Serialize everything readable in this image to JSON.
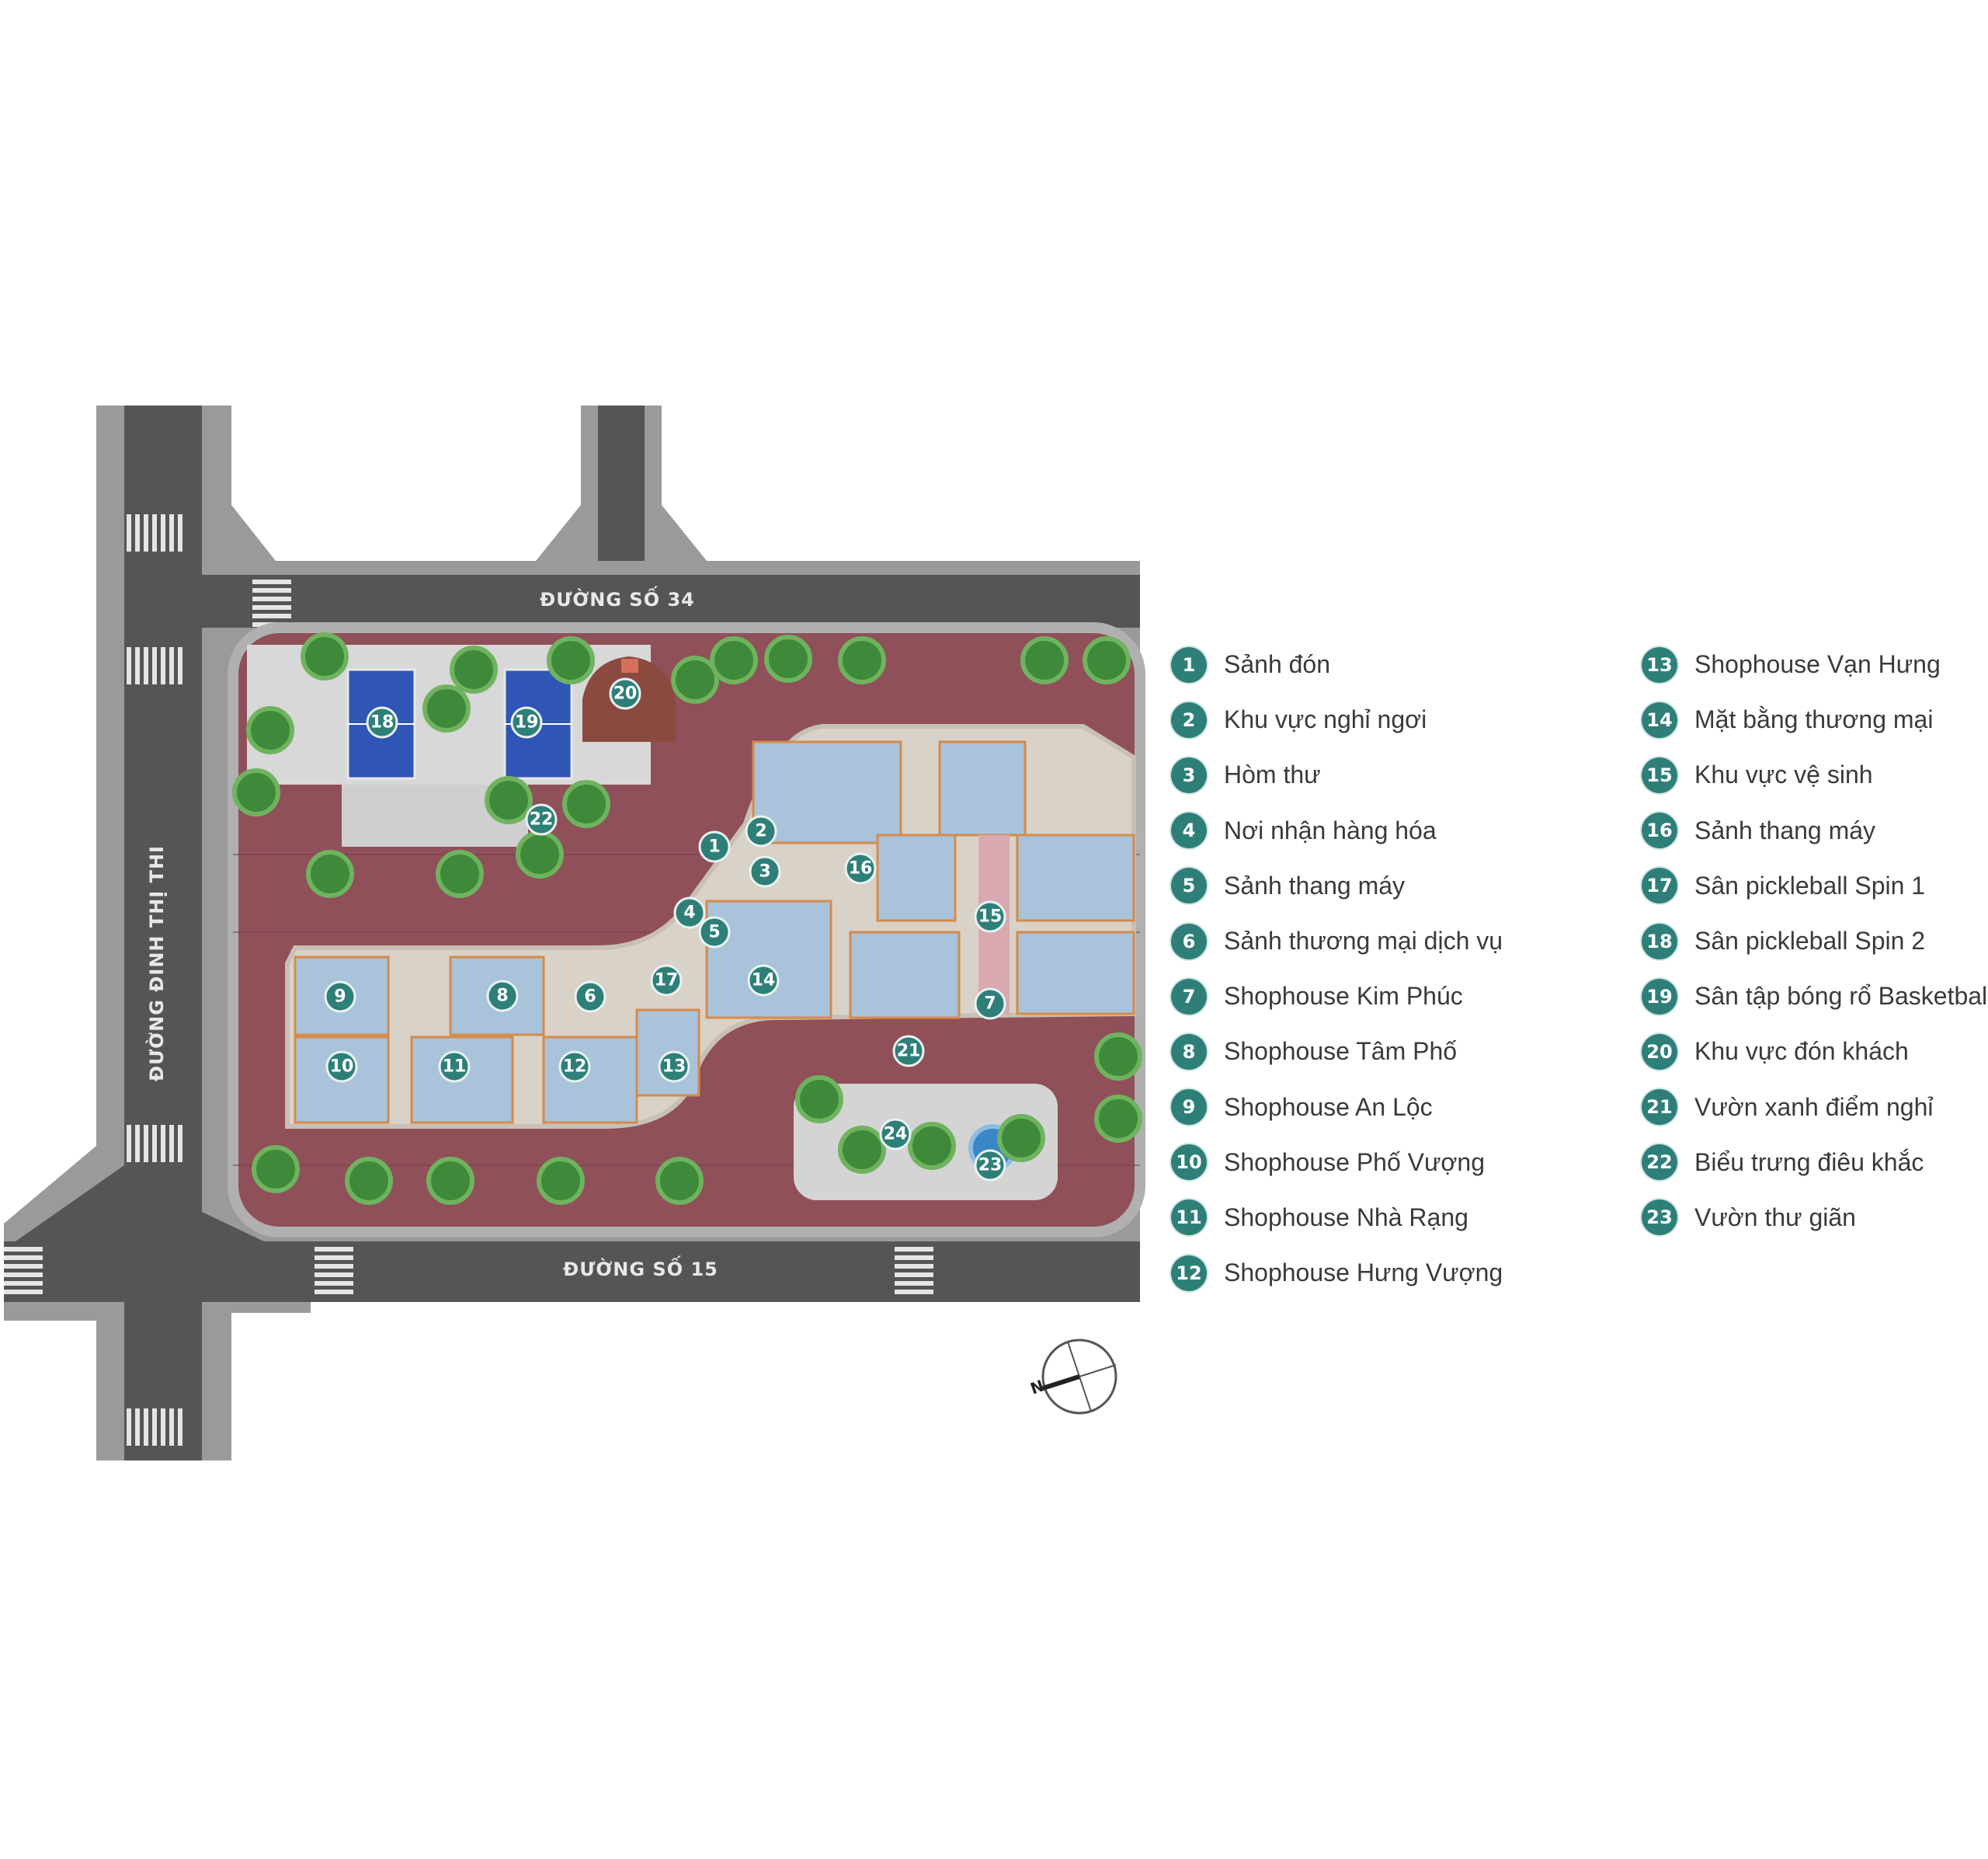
{
  "roads": {
    "top": "ĐƯỜNG SỐ 34",
    "bottom": "ĐƯỜNG SỐ 15",
    "left": "ĐƯỜNG ĐINH THỊ THI"
  },
  "compass": {
    "north_label": "N"
  },
  "colors": {
    "badge": "#2f7f79",
    "road": "#555555",
    "sidewalk": "#9a9a9a",
    "paving": "#9b5a63",
    "building": "#a9c3da",
    "court": "#2f55b5"
  },
  "legend": [
    {
      "num": "1",
      "label": "Sảnh đón"
    },
    {
      "num": "2",
      "label": "Khu vực nghỉ ngơi"
    },
    {
      "num": "3",
      "label": "Hòm thư"
    },
    {
      "num": "4",
      "label": "Nơi nhận hàng hóa"
    },
    {
      "num": "5",
      "label": "Sảnh thang máy"
    },
    {
      "num": "6",
      "label": "Sảnh thương mại dịch vụ"
    },
    {
      "num": "7",
      "label": "Shophouse Kim Phúc"
    },
    {
      "num": "8",
      "label": "Shophouse Tâm Phố"
    },
    {
      "num": "9",
      "label": "Shophouse An Lộc"
    },
    {
      "num": "10",
      "label": "Shophouse Phố Vượng"
    },
    {
      "num": "11",
      "label": "Shophouse Nhà Rạng"
    },
    {
      "num": "12",
      "label": "Shophouse Hưng Vượng"
    },
    {
      "num": "13",
      "label": "Shophouse Vạn Hưng"
    },
    {
      "num": "14",
      "label": "Mặt bằng thương mại"
    },
    {
      "num": "15",
      "label": "Khu vực vệ sinh"
    },
    {
      "num": "16",
      "label": "Sảnh thang máy"
    },
    {
      "num": "17",
      "label": "Sân pickleball Spin 1"
    },
    {
      "num": "18",
      "label": "Sân pickleball Spin 2"
    },
    {
      "num": "19",
      "label": "Sân tập bóng rổ Basketball"
    },
    {
      "num": "20",
      "label": "Khu vực đón khách"
    },
    {
      "num": "21",
      "label": "Vườn xanh điểm nghỉ"
    },
    {
      "num": "22",
      "label": "Biểu trưng điêu khắc"
    },
    {
      "num": "23",
      "label": "Vườn thư giãn"
    }
  ],
  "map_markers": [
    "1",
    "2",
    "3",
    "4",
    "5",
    "6",
    "7",
    "8",
    "9",
    "10",
    "11",
    "12",
    "13",
    "14",
    "15",
    "16",
    "17",
    "18",
    "19",
    "20",
    "21",
    "22",
    "23",
    "24"
  ]
}
